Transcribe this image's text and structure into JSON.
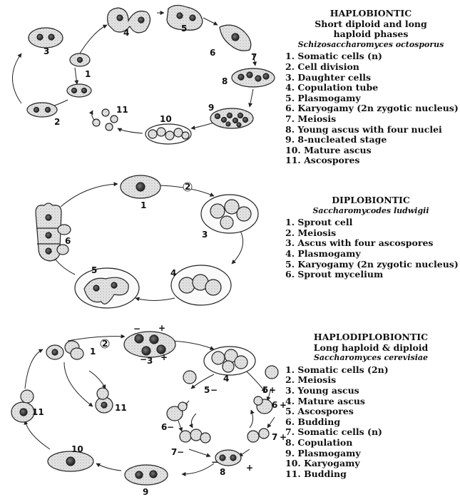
{
  "sections": [
    {
      "id": "haplobiontic",
      "title": "HAPLOBIONTIC",
      "subtitle_lines": [
        "Short diploid and long",
        "haploid phases"
      ],
      "species": "Schizosaccharomyces octosporus",
      "items": [
        "1. Somatic cells (n)",
        "2. Cell division",
        "3. Daughter cells",
        "4. Copulation tube",
        "5. Plasmogamy",
        "6. Karyogamy (2n zygotic nucleus)",
        "7. Meiosis",
        "8. Young ascus with four nuclei",
        "9. 8-nucleated stage",
        "10. Mature ascus",
        "11. Ascospores"
      ]
    },
    {
      "id": "diplobiontic",
      "title": "DIPLOBIONTIC",
      "subtitle_lines": [],
      "species": "Saccharomycodes ludwigii",
      "items": [
        "1. Sprout cell",
        "2. Meiosis",
        "3. Ascus with four ascospores",
        "4. Plasmogamy",
        "5. Karyogamy (2n zygotic nucleus)",
        "6. Sprout mycelium"
      ]
    },
    {
      "id": "haplodiplobiontic",
      "title": "HAPLODIPLOBIONTIC",
      "subtitle_lines": [
        "Long haploid & diploid"
      ],
      "species": "Saccharomyces cerevisiae",
      "items": [
        "1. Somatic cells (2n)",
        "2. Meiosis",
        "3. Young ascus",
        "4. Mature ascus",
        "5. Ascospores",
        "6. Budding",
        "7. Somatic cells (n)",
        "8. Copulation",
        "9. Plasmogamy",
        "10. Karyogamy",
        "11. Budding"
      ]
    }
  ],
  "diagram_labels": {
    "haplobiontic": [
      "1",
      "2",
      "3",
      "4",
      "5",
      "6",
      "7",
      "8",
      "9",
      "10",
      "11"
    ],
    "diplobiontic": [
      "1",
      "2",
      "3",
      "4",
      "5",
      "6"
    ],
    "haplodiplobiontic": [
      "1",
      "2",
      "3",
      "4",
      "5",
      "5",
      "6",
      "6",
      "7",
      "7",
      "8",
      "9",
      "10",
      "11",
      "11"
    ],
    "signs": [
      "−",
      "+",
      "−",
      "+",
      "−",
      "+",
      "+",
      "−",
      "+",
      "−",
      "−",
      "+"
    ]
  }
}
